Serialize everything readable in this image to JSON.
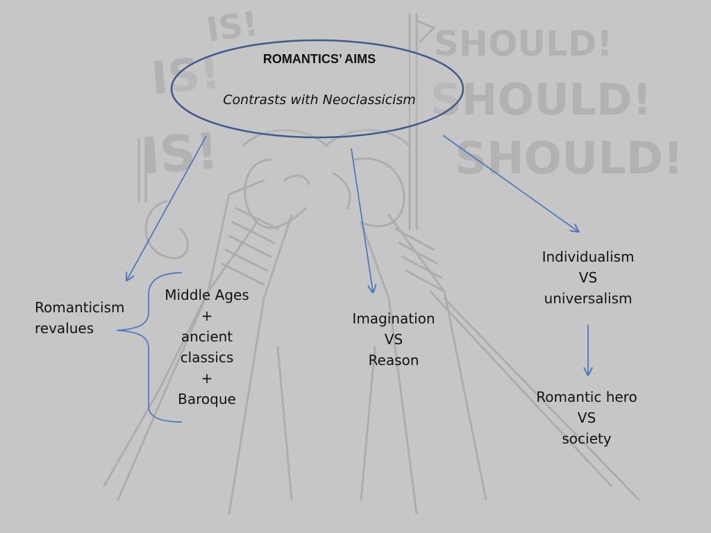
{
  "ellipse": {
    "title": "ROMANTICS’ AIMS",
    "subtitle": "Contrasts with Neoclassicism"
  },
  "left": {
    "label_lines": [
      "Romanticism",
      "revalues"
    ],
    "brace_items": [
      "Middle Ages",
      "+",
      "ancient",
      "classics",
      "+",
      "Baroque"
    ]
  },
  "center": {
    "lines": [
      "Imagination",
      "VS",
      "Reason"
    ]
  },
  "right_top": {
    "lines": [
      "Individualism",
      "VS",
      "universalism"
    ]
  },
  "right_bottom": {
    "lines": [
      "Romantic hero",
      "VS",
      "society"
    ]
  },
  "background_sketch": {
    "left_words": [
      "IS!",
      "IS!",
      "IS!"
    ],
    "right_words": [
      "SHOULD!",
      "SHOULD!",
      "SHOULD!"
    ]
  },
  "colors": {
    "background": "#c6c6c6",
    "ellipse_stroke": "#3d5a8a",
    "arrow": "#4a7bbf",
    "sketch": "#a9a9a9"
  }
}
